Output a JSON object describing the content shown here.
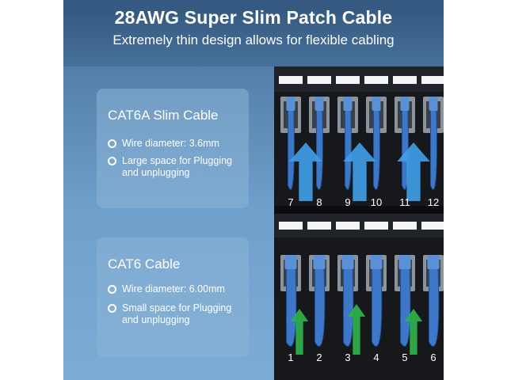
{
  "header": {
    "title": "28AWG Super Slim Patch Cable",
    "subtitle": "Extremely thin design allows for flexible cabling"
  },
  "colors": {
    "background": "#6f9fcb",
    "header_band": "#3a6188",
    "box_fill": "#8cb4d7",
    "cable_blue": "#3d78c8",
    "up_arrow_blue": "#3f9ee6",
    "up_arrow_green": "#2fb34a",
    "panel_black": "#16181c"
  },
  "slim_box": {
    "title": "CAT6A Slim Cable",
    "bullet_icon": "circle-outline-icon",
    "bullets": [
      "Wire diameter: 3.6mm",
      "Large space for Plugging and unplugging"
    ]
  },
  "cat6_box": {
    "title": "CAT6 Cable",
    "bullet_icon": "circle-outline-icon",
    "bullets": [
      "Wire diameter: 6.00mm",
      "Small space for Plugging and unplugging"
    ]
  },
  "top_panel": {
    "port_numbers": [
      "7",
      "8",
      "9",
      "10",
      "11",
      "12"
    ]
  },
  "bottom_panel": {
    "port_numbers": [
      "1",
      "2",
      "3",
      "4",
      "5",
      "6"
    ]
  }
}
